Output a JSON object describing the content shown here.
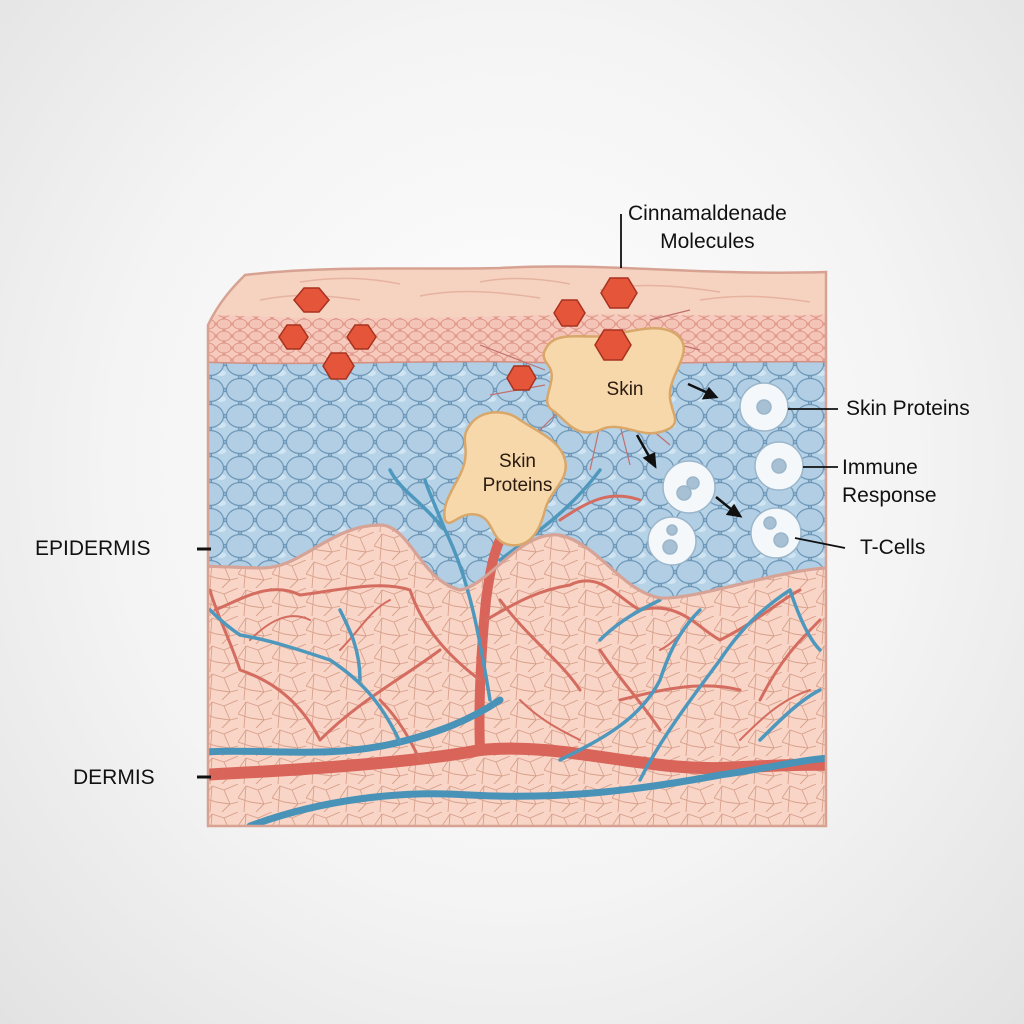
{
  "diagram": {
    "layers": {
      "epidermis_label": "EPIDERMIS",
      "dermis_label": "DERMIS"
    },
    "callouts": {
      "molecules_line1": "Cinnamaldenade",
      "molecules_line2": "Molecules",
      "skin_proteins": "Skin Proteins",
      "immune_line1": "Immune",
      "immune_line2": "Response",
      "t_cells": "T-Cells"
    },
    "cells": {
      "skin": "Skin",
      "skin_proteins_line1": "Skin",
      "skin_proteins_line2": "Proteins"
    },
    "colors": {
      "stratum_corneum": "#f6d2c0",
      "granular_layer": "#f3c1b4",
      "epidermis_cells": "#a9c9e0",
      "dermis": "#f7d3c4",
      "artery": "#d9645a",
      "vein": "#4a93b8",
      "molecule": "#e4553a",
      "protein_cell": "#f6d8ab",
      "immune_cell": "#f4f8fb"
    }
  }
}
